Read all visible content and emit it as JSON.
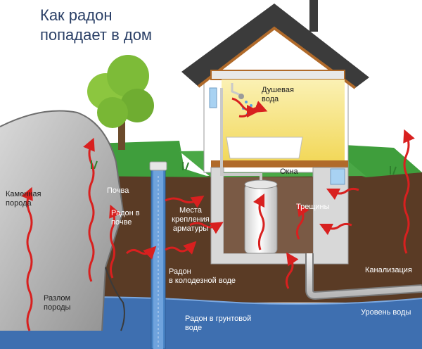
{
  "title": "Как радон\nпопадает в дом",
  "labels": {
    "shower_water": "Душевая\nвода",
    "windows": "Окна",
    "soil": "Почва",
    "radon_in_soil": "Радон в\nпочве",
    "rebar_points": "Места\nкрепления\nарматуры",
    "cracks": "Трещины",
    "bedrock": "Каменная\nпорода",
    "radon_well_water": "Радон\nв колодезной воде",
    "sewer": "Канализация",
    "rock_fault": "Разлом\nпороды",
    "water_level": "Уровень воды",
    "radon_groundwater": "Радон в грунтовой\nводе"
  },
  "colors": {
    "sky": "#ffffff",
    "title": "#2a3f66",
    "grass": "#3f9e3c",
    "soil": "#5a3b25",
    "groundwater": "#3e6fb0",
    "rock": "#a9a9a9",
    "radon_arrow": "#d8201f",
    "roof": "#3b3b3b",
    "wall": "#ffffff",
    "room_light": "#f5e27a"
  }
}
